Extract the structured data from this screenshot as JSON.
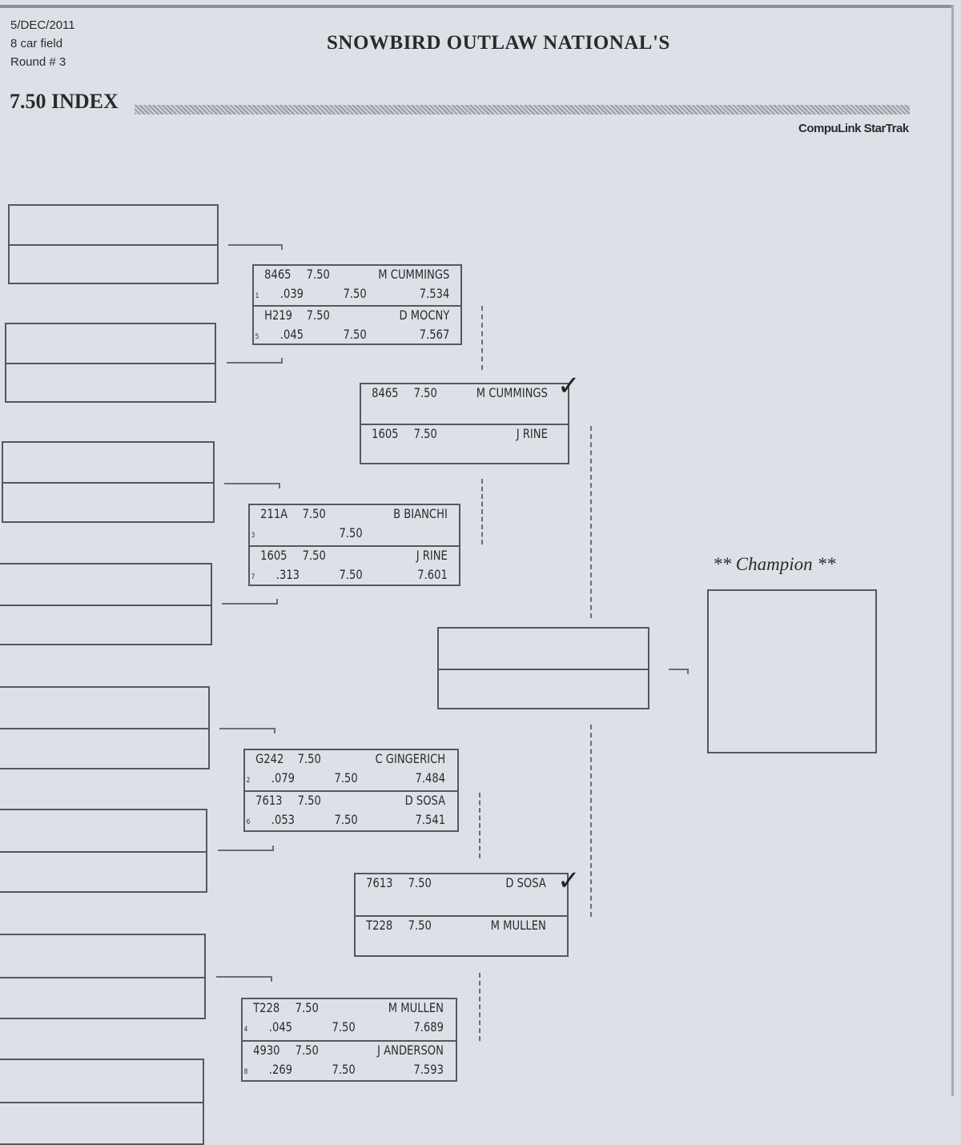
{
  "header": {
    "date": "5/DEC/2011",
    "field": "8 car field",
    "round": "Round # 3",
    "title": "SNOWBIRD OUTLAW NATIONAL'S",
    "index": "7.50 INDEX",
    "brand": "CompuLink StarTrak"
  },
  "round1": [
    {
      "top": {
        "seed": "1",
        "car": "8465",
        "dial": "7.50",
        "name": "M CUMMINGS",
        "rt": ".039",
        "dial2": "7.50",
        "et": "7.534"
      },
      "bottom": {
        "seed": "5",
        "car": "H219",
        "dial": "7.50",
        "name": "D MOCNY",
        "rt": ".045",
        "dial2": "7.50",
        "et": "7.567"
      }
    },
    {
      "top": {
        "seed": "3",
        "car": "211A",
        "dial": "7.50",
        "name": "B BIANCHI",
        "rt": "",
        "dial2": "7.50",
        "et": ""
      },
      "bottom": {
        "seed": "7",
        "car": "1605",
        "dial": "7.50",
        "name": "J RINE",
        "rt": ".313",
        "dial2": "7.50",
        "et": "7.601"
      }
    },
    {
      "top": {
        "seed": "2",
        "car": "G242",
        "dial": "7.50",
        "name": "C GINGERICH",
        "rt": ".079",
        "dial2": "7.50",
        "et": "7.484"
      },
      "bottom": {
        "seed": "6",
        "car": "7613",
        "dial": "7.50",
        "name": "D SOSA",
        "rt": ".053",
        "dial2": "7.50",
        "et": "7.541"
      }
    },
    {
      "top": {
        "seed": "4",
        "car": "T228",
        "dial": "7.50",
        "name": "M MULLEN",
        "rt": ".045",
        "dial2": "7.50",
        "et": "7.689"
      },
      "bottom": {
        "seed": "8",
        "car": "4930",
        "dial": "7.50",
        "name": "J ANDERSON",
        "rt": ".269",
        "dial2": "7.50",
        "et": "7.593"
      }
    }
  ],
  "semis": [
    {
      "top": {
        "car": "8465",
        "dial": "7.50",
        "name": "M CUMMINGS"
      },
      "bottom": {
        "car": "1605",
        "dial": "7.50",
        "name": "J RINE"
      }
    },
    {
      "top": {
        "car": "7613",
        "dial": "7.50",
        "name": "D SOSA"
      },
      "bottom": {
        "car": "T228",
        "dial": "7.50",
        "name": "M MULLEN"
      }
    }
  ],
  "champion_label": "** Champion **"
}
